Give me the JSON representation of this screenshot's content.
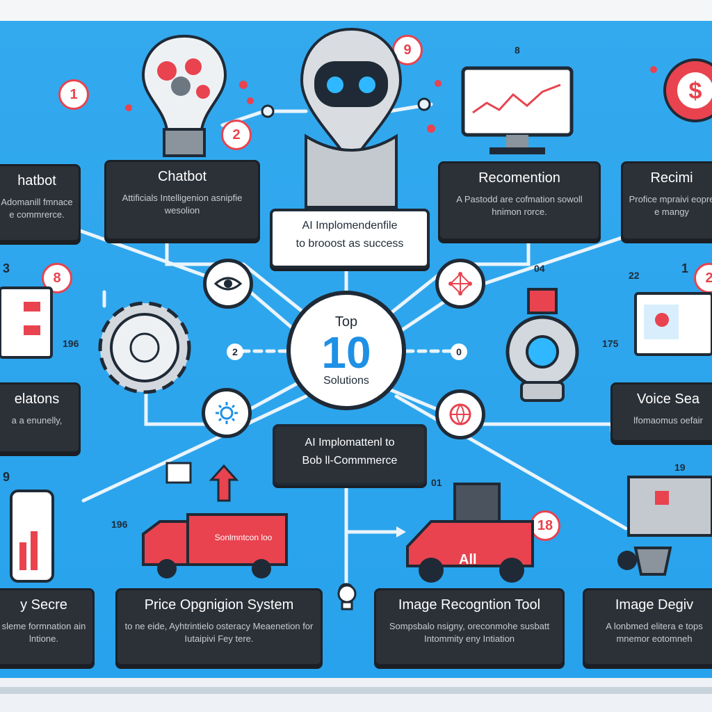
{
  "hub": {
    "top": "Top",
    "number": "10",
    "bottom": "Solutions"
  },
  "top_tag": {
    "line1": "AI Implomendenfile",
    "line2": "to brooost as success"
  },
  "mid_tag": {
    "line1": "AI Implomattenl to",
    "line2": "Bob ll-Commmerce"
  },
  "cards": [
    {
      "id": "chatbot-left",
      "title": "hatbot",
      "desc": "Adomanill fmnace e commrerce."
    },
    {
      "id": "chatbot",
      "title": "Chatbot",
      "desc": "Attificials Intelligenion asnipfie wesolion"
    },
    {
      "id": "recommendation",
      "title": "Recomention",
      "desc": "A Pastodd are cofmation sowoll hnimon rorce."
    },
    {
      "id": "recim",
      "title": "Recimi",
      "desc": "Profice mpraivi eopre e mangy"
    },
    {
      "id": "relations",
      "title": "elatons",
      "desc": "a a enunelly,"
    },
    {
      "id": "voice-search",
      "title": "Voice Sea",
      "desc": "lfomaomus oefair"
    },
    {
      "id": "security",
      "title": "y Secre",
      "desc": "sleme formnation ain lntione."
    },
    {
      "id": "price-optimization",
      "title": "Price Opgnigion System",
      "desc": "to ne eide, Ayhtrintielo osteracy Meaenetion for Iutaipivi Fey tere."
    },
    {
      "id": "image-recognition",
      "title": "Image Recogntion Tool",
      "desc": "Sompsbalo nsigny, oreconmohe susbatt Intommity eny Intiation"
    },
    {
      "id": "image-degiv",
      "title": "Image Degiv",
      "desc": "A lonbmed elitera e tops mnemor eotomneh"
    }
  ],
  "badges": [
    "1",
    "2",
    "9",
    "8",
    "2",
    "18"
  ],
  "numbers": [
    "8",
    "3",
    "196",
    "2",
    "0",
    "04",
    "22",
    "1",
    "175",
    "9",
    "196",
    "01",
    "19"
  ],
  "truck_label": "Sonlmntcon loo",
  "car_label": "All",
  "colors": {
    "background": "#2aa5ed",
    "card": "#2c3138",
    "accent": "#e8434f",
    "hub_number": "#1e90e6"
  },
  "icons": [
    "eye-icon",
    "network-icon",
    "gear-icon",
    "globe-icon",
    "robot-icon",
    "monitor-icon",
    "truck-icon",
    "car-icon",
    "lightbulb-brain-icon",
    "dollar-gear-icon",
    "scanner-icon",
    "printer-icon"
  ]
}
